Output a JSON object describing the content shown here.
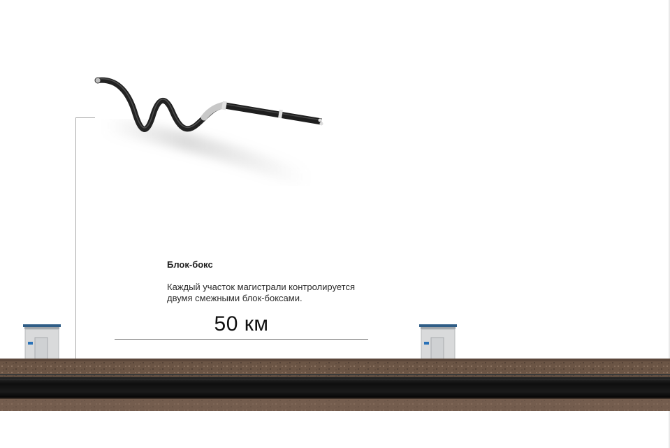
{
  "info": {
    "title": "Блок-бокс",
    "description_line1": "Каждый участок магистрали контролируется",
    "description_line2": "двумя смежными блок-боксами."
  },
  "distance": {
    "label": "50 км"
  },
  "colors": {
    "background": "#ffffff",
    "cable": "#2a2a2a",
    "box_body": "#d9dadb",
    "box_roof": "#2f5d86",
    "box_badge": "#2a72b8",
    "soil": "#6e5848",
    "pipe": "#141414"
  },
  "icons": {
    "cable": "coiled-cable-illustration",
    "block_box": "block-box-icon"
  }
}
